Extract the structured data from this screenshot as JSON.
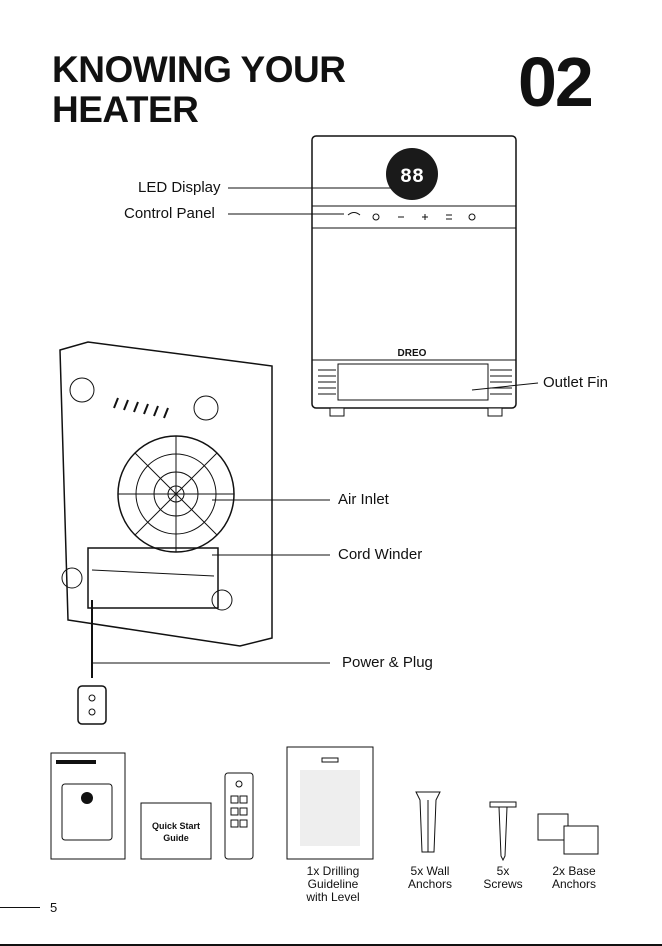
{
  "header": {
    "title_line1": "KNOWING YOUR",
    "title_line2": "HEATER",
    "chapter_number": "02"
  },
  "callouts": {
    "led_display": "LED Display",
    "control_panel": "Control Panel",
    "outlet_fin": "Outlet Fin",
    "air_inlet": "Air Inlet",
    "cord_winder": "Cord Winder",
    "power_plug": "Power & Plug"
  },
  "device": {
    "display_digits": "88",
    "brand_logo": "DREO"
  },
  "accessories": {
    "quick_start_guide": "Quick Start\nGuide",
    "drilling_guideline": "1x Drilling Guideline\nwith Level",
    "wall_anchors": "5x Wall\nAnchors",
    "screws": "5x\nScrews",
    "base_anchors": "2x Base\nAnchors"
  },
  "footer": {
    "page_number": "5"
  },
  "colors": {
    "ink": "#111111",
    "display_bg": "#1a1a1a"
  }
}
